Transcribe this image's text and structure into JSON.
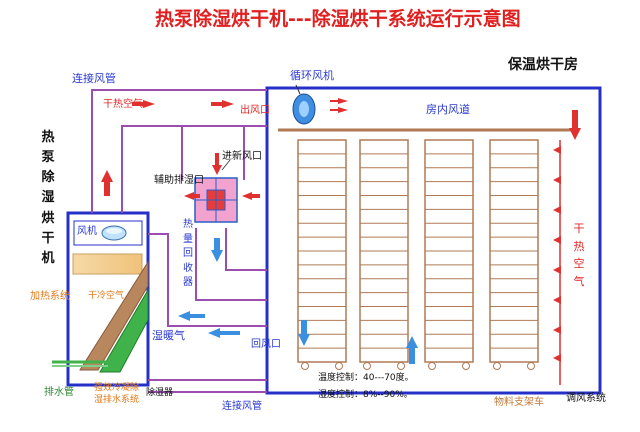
{
  "title": "热泵除湿烘干机---除湿烘干系统运行示意图",
  "labels": {
    "dryer_room": "保温烘干房",
    "circulation_fan": "循环风机",
    "room_air_duct": "房内风道",
    "connecting_duct_top": "连接风管",
    "connecting_duct_bottom": "连接风管",
    "dry_hot_air_top": "干热空气",
    "dry_hot_air_right": "干热空气",
    "air_outlet": "出风口",
    "fresh_air_inlet": "进新风口",
    "aux_exhaust": "辅助排湿口",
    "heat_recovery": "热量回收器",
    "heat_pump_machine": "热泵除湿烘干机",
    "fan": "风机",
    "heating_system": "加热系统",
    "dry_cold_air": "干冷空气",
    "wet_warm_air": "湿暖气",
    "return_air": "回风口",
    "drain_pipe": "排水管",
    "cooling_dehumidify": "强效冷凝除",
    "drainage_system": "湿排水系统",
    "dehumidifier": "除湿器",
    "temp_control": "温度控制：40---70度。",
    "humidity_control": "湿度控制：8%--90%。",
    "material_cart": "物料支架车",
    "air_regulation": "调风系统"
  },
  "colors": {
    "title": "#e02020",
    "frame": "#2630c8",
    "duct": "#9a4fb0",
    "arrow_red": "#e03030",
    "arrow_blue": "#3a8fe0",
    "rack": "#b07a55",
    "text_blue": "#2a3ad0",
    "text_red": "#e02828",
    "text_black": "#111111"
  }
}
